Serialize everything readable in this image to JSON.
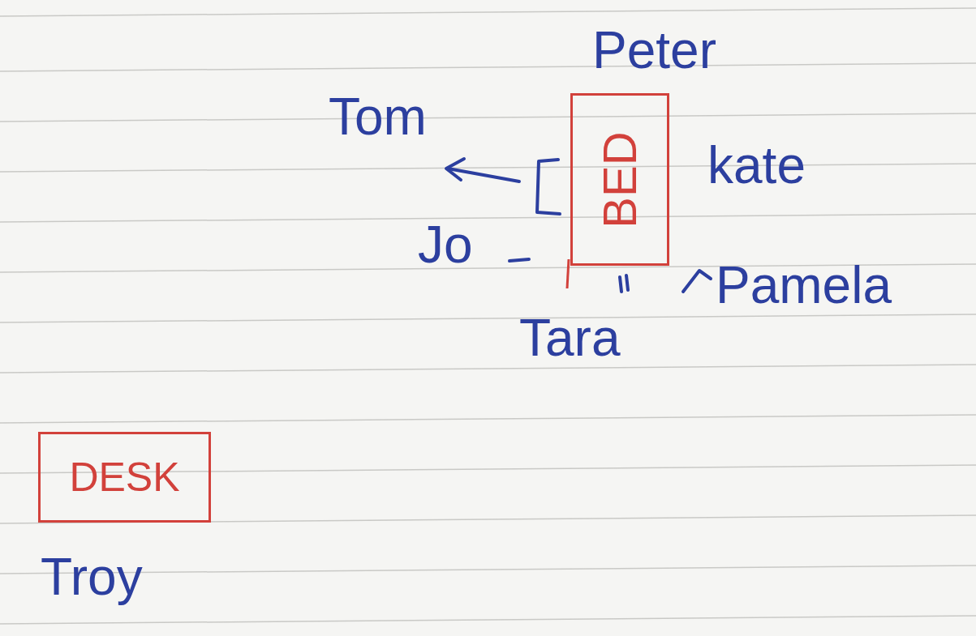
{
  "diagram": {
    "nodes": [
      {
        "text": [
          "BED"
        ]
      },
      {
        "text": [
          "DESK"
        ]
      }
    ],
    "labels": [
      "Peter",
      "Tom",
      "kate",
      "Jo",
      "Pamela",
      "Tara",
      "Troy"
    ]
  }
}
